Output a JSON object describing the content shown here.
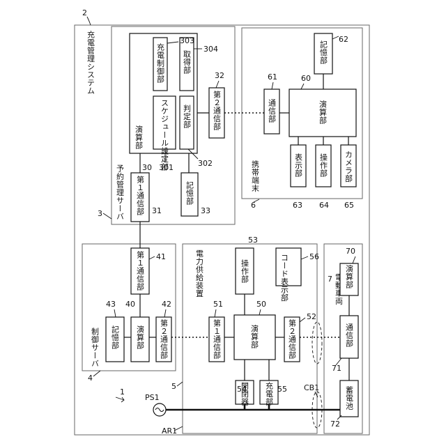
{
  "system": {
    "label": "充電管理システム",
    "ref": "2"
  },
  "overall_ref": "1",
  "reservation_server": {
    "label": "予約管理サーバ",
    "ref": "3",
    "arithmetic": {
      "label": "演算部",
      "ref": "30"
    },
    "charge_control": {
      "label": "充電制御部",
      "ref": "303"
    },
    "acquisition": {
      "label": "取得部",
      "ref": "304"
    },
    "schedule": {
      "label": "スケジュール設定部",
      "ref": "301"
    },
    "judgment": {
      "label": "判定部",
      "ref": "302"
    },
    "comm1": {
      "label": "第１通信部",
      "ref": "31"
    },
    "comm2": {
      "label": "第２通信部",
      "ref": "32"
    },
    "storage": {
      "label": "記憶部",
      "ref": "33"
    }
  },
  "mobile_terminal": {
    "label": "携帯端末",
    "ref": "6",
    "comm": {
      "label": "通信部",
      "ref": "61"
    },
    "arithmetic": {
      "label": "演算部",
      "ref": "60"
    },
    "storage": {
      "label": "記憶部",
      "ref": "62"
    },
    "display": {
      "label": "表示部",
      "ref": "63"
    },
    "operation": {
      "label": "操作部",
      "ref": "64"
    },
    "camera": {
      "label": "カメラ部",
      "ref": "65"
    }
  },
  "control_server": {
    "label": "制御サーバ",
    "ref": "4",
    "comm1": {
      "label": "第１通信部",
      "ref": "41"
    },
    "arithmetic": {
      "label": "演算部",
      "ref": "40"
    },
    "storage": {
      "label": "記憶部",
      "ref": "43"
    },
    "comm2": {
      "label": "第２通信部",
      "ref": "42"
    }
  },
  "power_supply": {
    "label": "電力供給装置",
    "ref": "5",
    "operation": {
      "label": "操作部",
      "ref": "53"
    },
    "code_display": {
      "label": "コード表示部",
      "ref": "56"
    },
    "comm1": {
      "label": "第１通信部",
      "ref": "51"
    },
    "arithmetic": {
      "label": "演算部",
      "ref": "50"
    },
    "comm2": {
      "label": "第２通信部",
      "ref": "52"
    },
    "switch": {
      "label": "開閉器",
      "ref": "54"
    },
    "charger": {
      "label": "充電部",
      "ref": "55"
    }
  },
  "vehicle": {
    "label": "電動車両",
    "ref": "7",
    "arithmetic": {
      "label": "演算部",
      "ref": "70"
    },
    "comm": {
      "label": "通信部",
      "ref": "71"
    },
    "battery": {
      "label": "蓄電池",
      "ref": "72"
    }
  },
  "cable": {
    "ref": "CB1"
  },
  "power_source": {
    "ref": "PS1"
  },
  "area": {
    "ref": "AR1"
  }
}
